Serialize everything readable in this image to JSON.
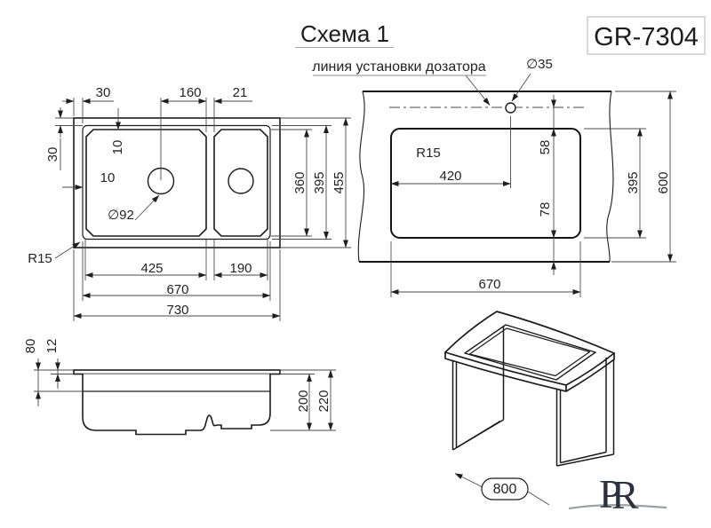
{
  "header": {
    "title": "Схема 1",
    "model_code": "GR-7304"
  },
  "plan_view": {
    "edge_to_bowl_left": "30",
    "drain_to_divider": "160",
    "divider_width": "21",
    "edge_to_bowl_top": "30",
    "rim_inset_top": "10",
    "rim_inset_left": "10",
    "drain_diameter": "∅92",
    "corner_radius": "R15",
    "bowl_inner_height": "360",
    "rim_opening_height": "395",
    "overall_height": "455",
    "main_bowl_width": "425",
    "small_bowl_width": "190",
    "rim_opening_width": "670",
    "overall_width": "730"
  },
  "cutout_view": {
    "dispenser_line_note": "линия установки дозатора",
    "hole_diameter": "∅35",
    "corner_radius": "R15",
    "hole_from_left_edge": "420",
    "line_to_cutout_top": "58",
    "cutout_bottom_to_front_edge": "78",
    "cutout_height": "395",
    "countertop_depth": "600",
    "cutout_width": "670"
  },
  "side_view": {
    "top_to_ledge": "80",
    "rim_height": "12",
    "bowl_depth": "200",
    "overall_depth": "220"
  },
  "iso_view": {
    "cabinet_width": "800"
  },
  "logo": {
    "letter_p": "P",
    "letter_r": "R"
  }
}
